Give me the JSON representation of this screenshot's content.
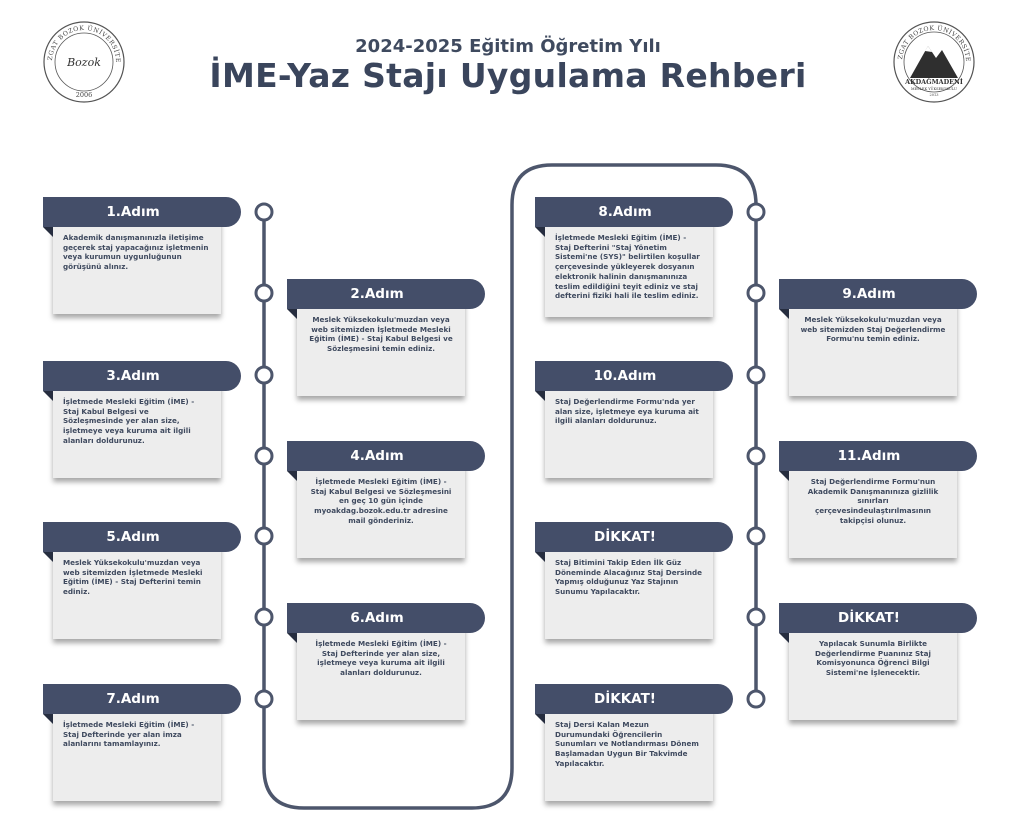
{
  "header": {
    "subtitle": "2024-2025 Eğitim Öğretim Yılı",
    "title": "İME-Yaz Stajı Uygulama Rehberi"
  },
  "logos": {
    "left": {
      "top_text": "YOZGAT BOZOK ÜNİVERSİTESİ",
      "signature": "Bozok",
      "year": "2006"
    },
    "right": {
      "top_text": "YOZGAT BOZOK ÜNİVERSİTESİ",
      "name": "AKDAĞMADENİ",
      "sub": "MESLEK YÜKSEKOKULU",
      "year": "2013"
    }
  },
  "colors": {
    "tag": "#444e69",
    "fold": "#262d3f",
    "card": "#ededed",
    "line": "#4d566c"
  },
  "steps": [
    {
      "label": "1.Adım",
      "text": "Akademik danışmanınızla iletişime geçerek staj yapacağınız işletmenin veya kurumun uygunluğunun görüşünü alınız."
    },
    {
      "label": "2.Adım",
      "text": "Meslek Yüksekokulu'muzdan veya web sitemizden İşletmede Mesleki Eğitim (İME) - Staj  Kabul Belgesi ve Sözleşmesini temin ediniz."
    },
    {
      "label": "3.Adım",
      "text": "İşletmede Mesleki Eğitim (İME) - Staj Kabul Belgesi ve Sözleşmesinde yer alan size, işletmeye veya kuruma ait ilgili alanları doldurunuz."
    },
    {
      "label": "4.Adım",
      "text": "İşletmede Mesleki Eğitim (İME) - Staj Kabul Belgesi ve Sözleşmesini en geç 10 gün içinde myoakdag.bozok.edu.tr adresine mail gönderiniz."
    },
    {
      "label": "5.Adım",
      "text": "Meslek Yüksekokulu'muzdan veya web sitemizden İşletmede Mesleki Eğitim (İME) - Staj  Defterini temin ediniz."
    },
    {
      "label": "6.Adım",
      "text": "İşletmede Mesleki Eğitim (İME) - Staj Defterinde yer alan size, işletmeye veya kuruma ait ilgili alanları doldurunuz."
    },
    {
      "label": "7.Adım",
      "text": "İşletmede Mesleki Eğitim (İME) - Staj Defterinde yer alan imza alanlarını tamamlayınız."
    },
    {
      "label": "8.Adım",
      "text": "İşletmede Mesleki Eğitim (İME) - Staj Defterini \"Staj Yönetim Sistemi'ne (SYS)\" belirtilen koşullar çerçevesinde yükleyerek dosyanın elektronik halinin danışmanınıza teslim edildiğini teyit ediniz ve staj defterini fiziki hali ile teslim ediniz."
    },
    {
      "label": "9.Adım",
      "text": "Meslek Yüksekokulu'muzdan veya web sitemizden Staj Değerlendirme Formu'nu temin ediniz."
    },
    {
      "label": "10.Adım",
      "text": "Staj Değerlendirme Formu'nda yer alan size, işletmeye eya kuruma ait ilgili alanları doldurunuz."
    },
    {
      "label": "11.Adım",
      "text": "Staj Değerlendirme Formu'nun Akademik Danışmanınıza gizlilik sınırları çerçevesindeulaştırılmasının takipçisi olunuz."
    },
    {
      "label": "DİKKAT!",
      "text": "Staj Bitimini Takip Eden İlk Güz Döneminde Alacağınız Staj Dersinde Yapmış olduğunuz Yaz Stajının Sunumu Yapılacaktır."
    },
    {
      "label": "DİKKAT!",
      "text": "Yapılacak Sunumla Birlikte Değerlendirme Puanınız Staj Komisyonunca Öğrenci Bilgi Sistemi'ne İşlenecektir."
    },
    {
      "label": "DİKKAT!",
      "text": "Staj Dersi Kalan Mezun Durumundaki Öğrencilerin Sunumları ve Notlandırması Dönem Başlamadan Uygun Bir Takvimde Yapılacaktır."
    }
  ]
}
